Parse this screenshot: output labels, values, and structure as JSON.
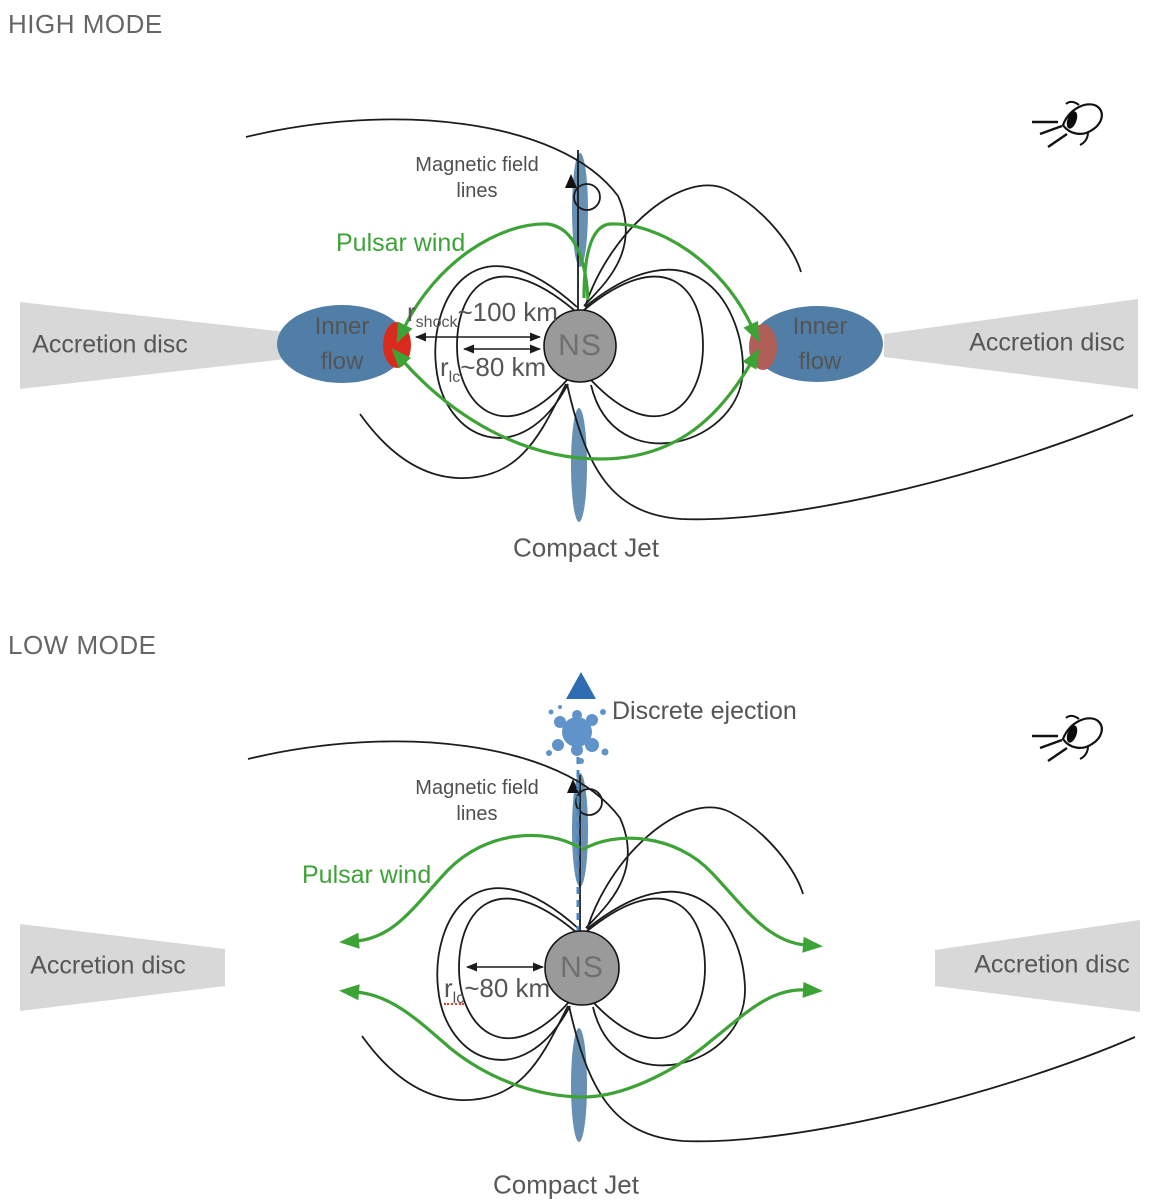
{
  "high": {
    "title": "HIGH MODE",
    "magnetic_field_label_line1": "Magnetic field",
    "magnetic_field_label_line2": "lines",
    "pulsar_wind_label": "Pulsar wind",
    "accretion_disc_left_label": "Accretion disc",
    "accretion_disc_right_label": "Accretion disc",
    "inner_flow_left_line1": "Inner",
    "inner_flow_left_line2": "flow",
    "inner_flow_right_line1": "Inner",
    "inner_flow_right_line2": "flow",
    "ns_label": "NS",
    "r_shock": {
      "prefix": "r",
      "sub": "shock",
      "value": "~100 km"
    },
    "r_lc": {
      "prefix": "r",
      "sub": "lc",
      "value": "~80 km"
    },
    "compact_jet_label": "Compact Jet"
  },
  "low": {
    "title": "LOW MODE",
    "discrete_ejection_label": "Discrete ejection",
    "magnetic_field_label_line1": "Magnetic field",
    "magnetic_field_label_line2": "lines",
    "pulsar_wind_label": "Pulsar wind",
    "accretion_disc_left_label": "Accretion disc",
    "accretion_disc_right_label": "Accretion disc",
    "ns_label": "NS",
    "r_lc": {
      "prefix": "r",
      "sub": "lc",
      "value": "~80 km"
    },
    "compact_jet_label": "Compact Jet"
  },
  "icons": {
    "observer_eye": "observer-eye",
    "rotation": "rotation-arrow"
  },
  "colors": {
    "pulsar_wind_green": "#3ea336",
    "jet_blue": "#5b87ad",
    "inner_flow_blue": "#517ea6",
    "shock_red_bright": "#d92b1d",
    "shock_red_muted": "#b05f58",
    "accretion_disc_gray": "#d8d8d8",
    "neutron_star_gray": "#9a9a9a",
    "ejection_blue": "#4d86c4",
    "ejection_triangle_blue": "#2f6cb3",
    "field_line_black": "#1c1c1c",
    "label_gray": "#5a5a5a"
  }
}
